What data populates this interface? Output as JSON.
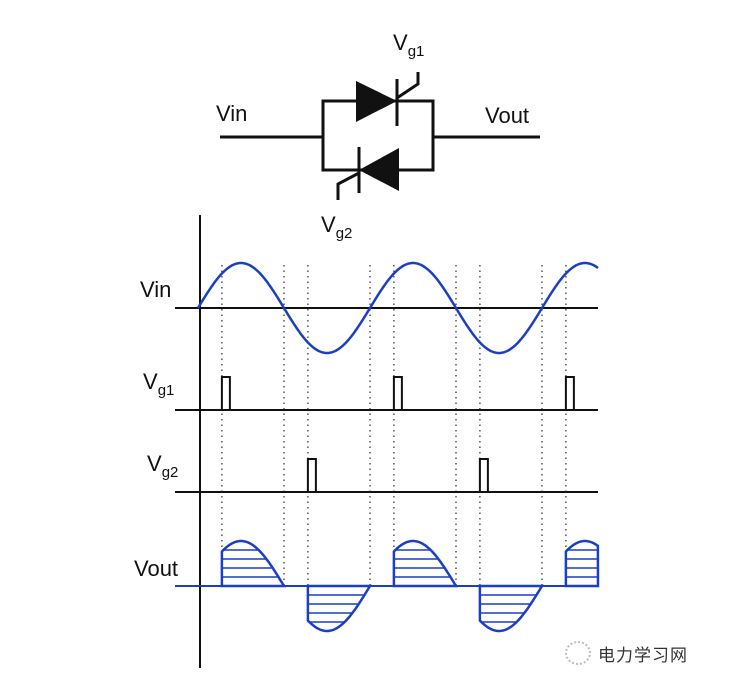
{
  "circuit": {
    "input_label": "Vin",
    "output_label": "Vout",
    "gate1_label": {
      "main": "V",
      "sub": "g1"
    },
    "gate2_label": {
      "main": "V",
      "sub": "g2"
    }
  },
  "waveforms": {
    "vin_label": "Vin",
    "vg1_label": {
      "main": "V",
      "sub": "g1"
    },
    "vg2_label": {
      "main": "V",
      "sub": "g2"
    },
    "vout_label": "Vout",
    "cycles_shown": 2.3,
    "firing_angle_deg": 50,
    "colors": {
      "waveform": "#1a3fc4",
      "axis": "#111111",
      "dotted": "#555555"
    }
  },
  "watermark": {
    "text": "电力学习网"
  }
}
